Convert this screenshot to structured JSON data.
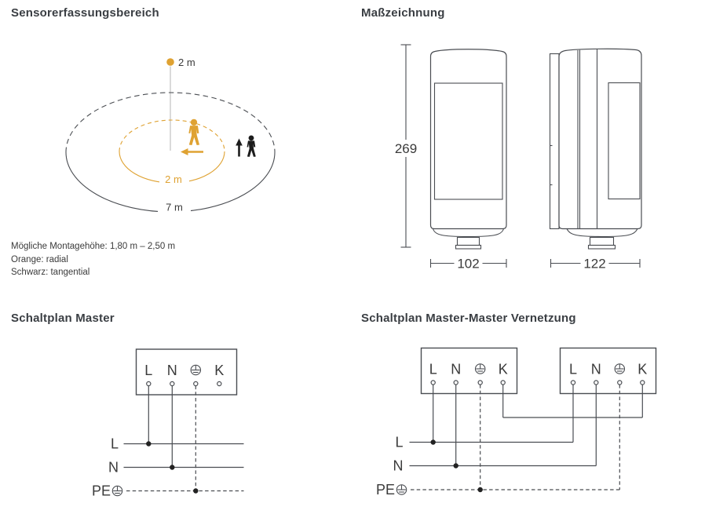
{
  "colors": {
    "orange": "#dfa232",
    "title_text": "#3a3e43",
    "body_text": "#3a3a3a",
    "diagram_line": "#4a4d52",
    "leader_line": "#b5b5b5",
    "junction_dot": "#222222"
  },
  "sensor_section": {
    "title": "Sensorerfassungsbereich",
    "mount_point_label": "2 m",
    "radial_range_label": "2 m",
    "tangential_range_label": "7 m",
    "captions": [
      "Mögliche Montagehöhe: 1,80 m – 2,50 m",
      "Orange: radial",
      "Schwarz: tangential"
    ]
  },
  "dimension_section": {
    "title": "Maßzeichnung",
    "height": "269",
    "front_width": "102",
    "side_width": "122"
  },
  "master_section": {
    "title": "Schaltplan Master",
    "terminals": {
      "l": "L",
      "n": "N",
      "k": "K"
    },
    "supply": {
      "l": "L",
      "n": "N",
      "pe": "PE"
    }
  },
  "network_section": {
    "title": "Schaltplan Master-Master Vernetzung",
    "terminals": {
      "l": "L",
      "n": "N",
      "k": "K"
    },
    "supply": {
      "l": "L",
      "n": "N",
      "pe": "PE"
    }
  }
}
